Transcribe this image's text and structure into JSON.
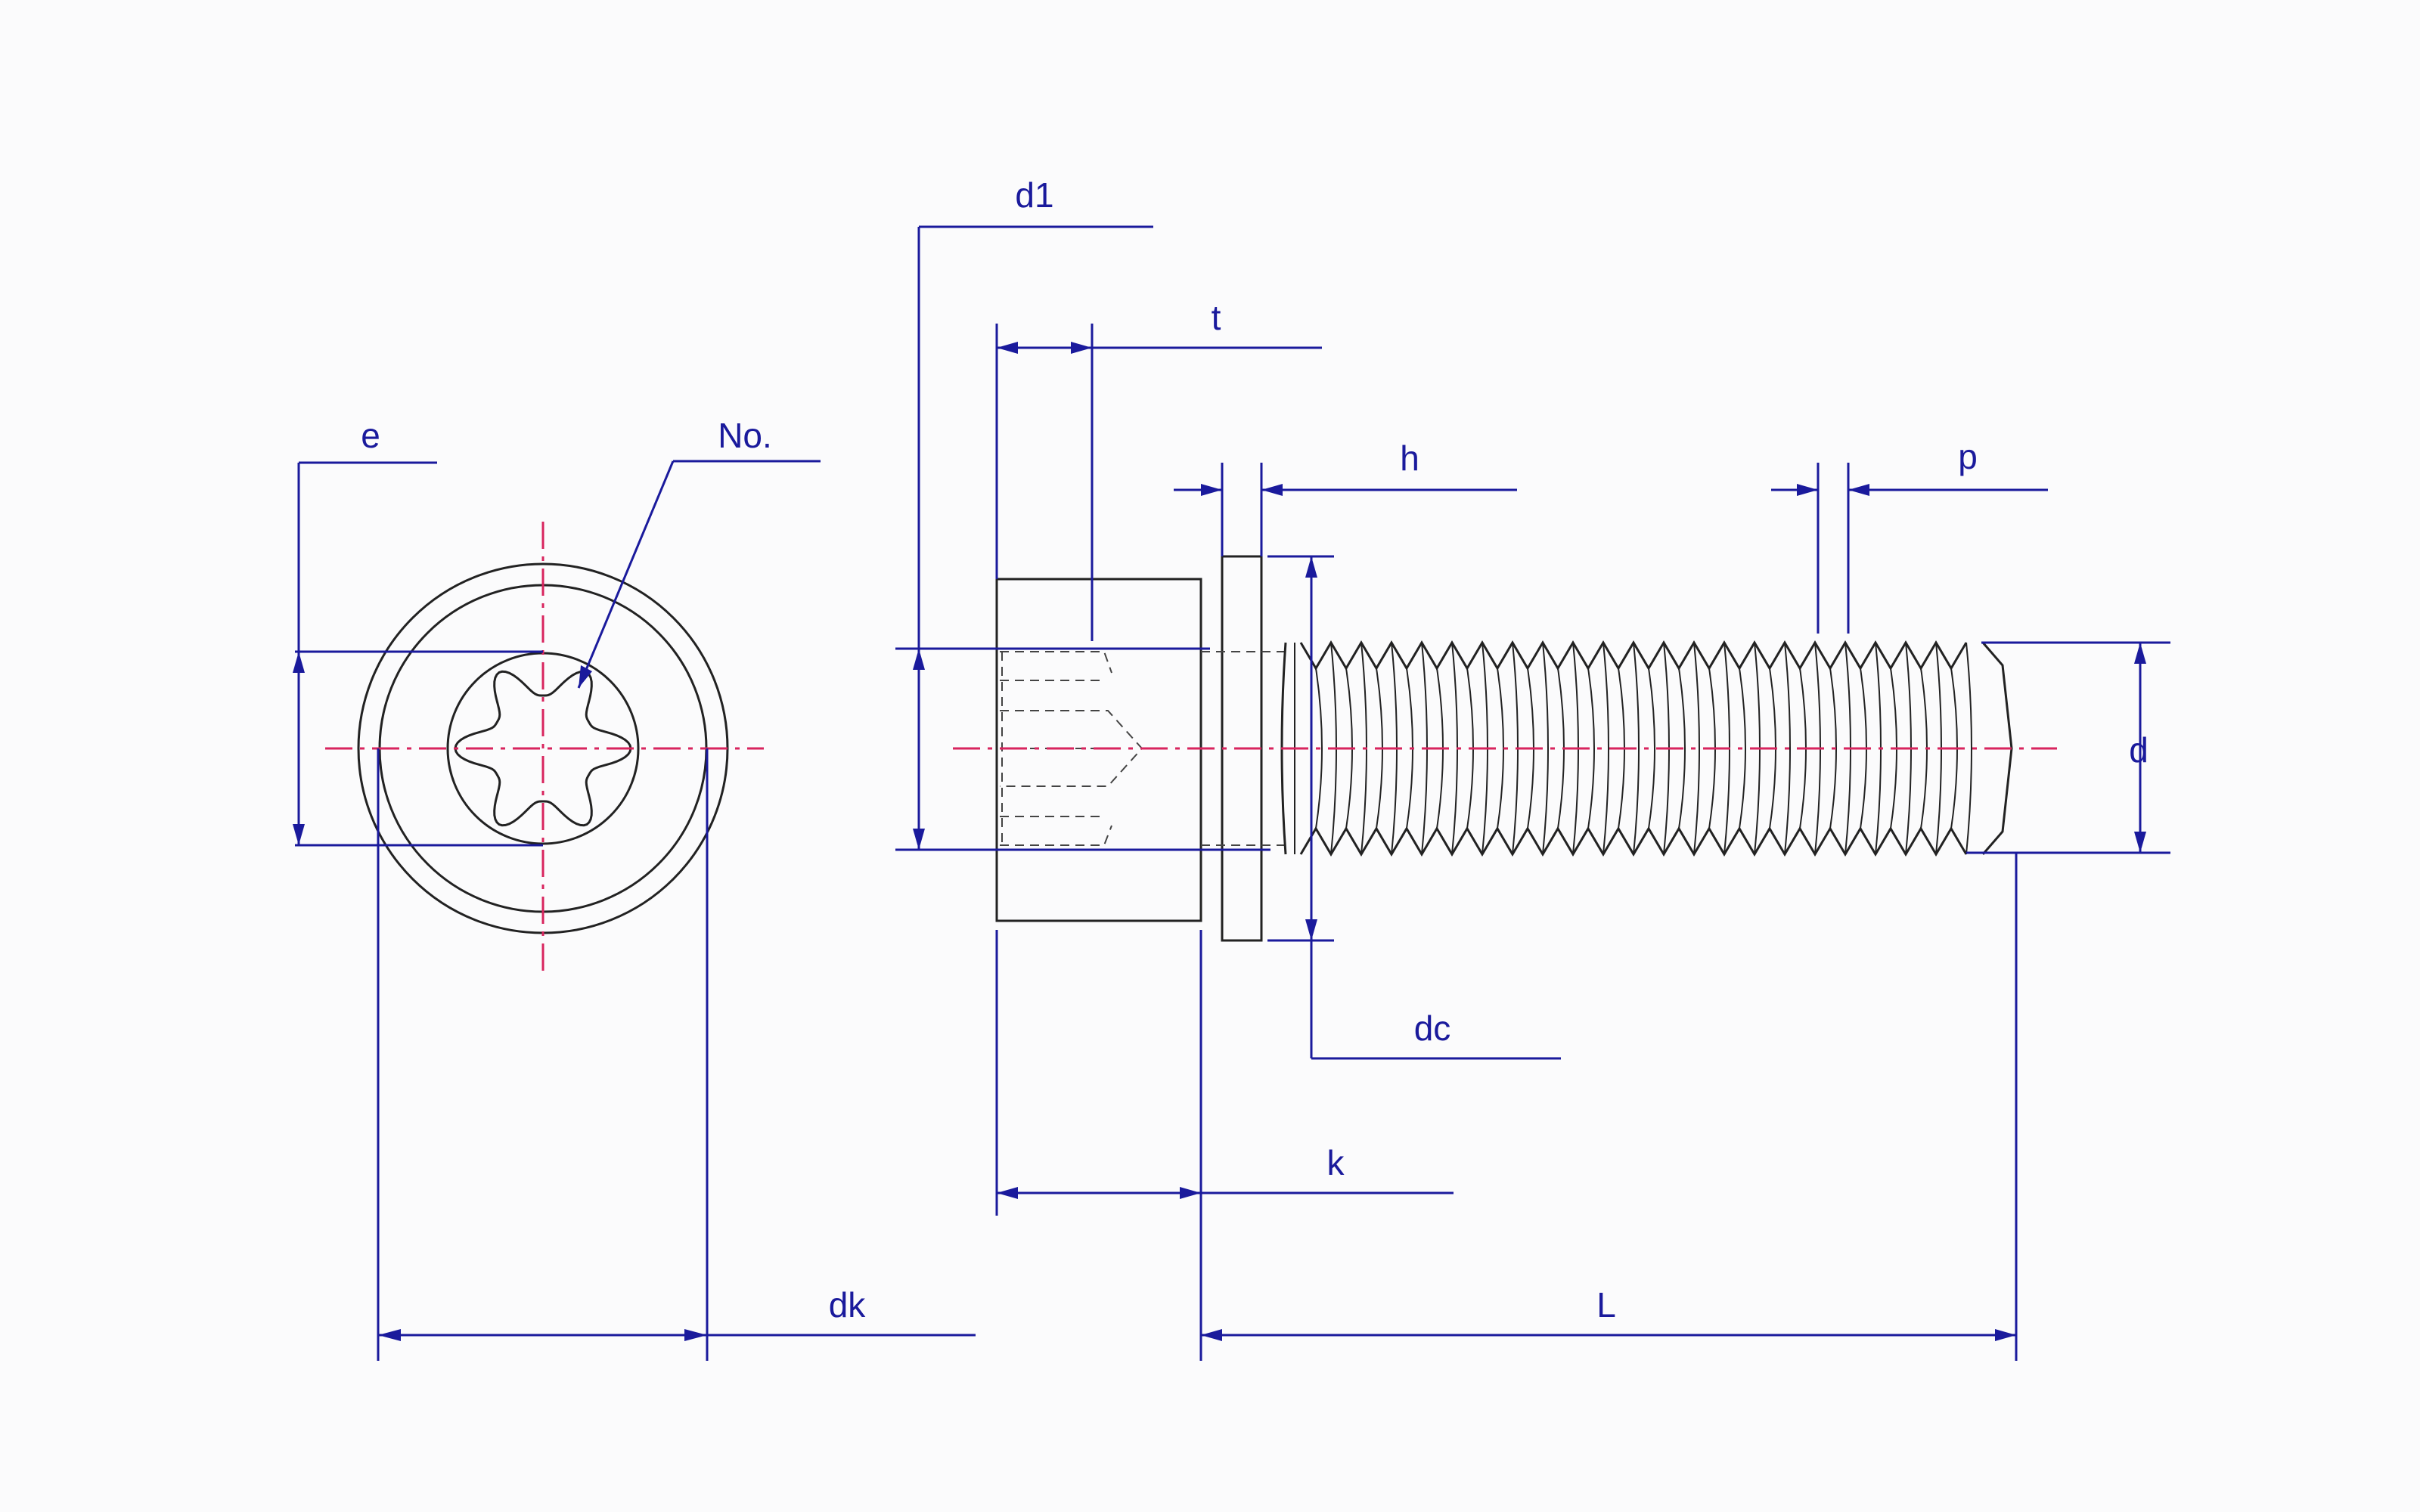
{
  "labels": {
    "e": "e",
    "no": "No.",
    "dk": "dk",
    "d1": "d1",
    "t": "t",
    "h": "h",
    "p": "p",
    "d": "d",
    "dc": "dc",
    "k": "k",
    "L": "L"
  },
  "colors": {
    "dimension": "#1a1a9c",
    "centerline": "#d8245e",
    "outline": "#222222",
    "background": "#fbfbfc"
  },
  "icons": {
    "drive": "hexalobular-socket-icon"
  }
}
